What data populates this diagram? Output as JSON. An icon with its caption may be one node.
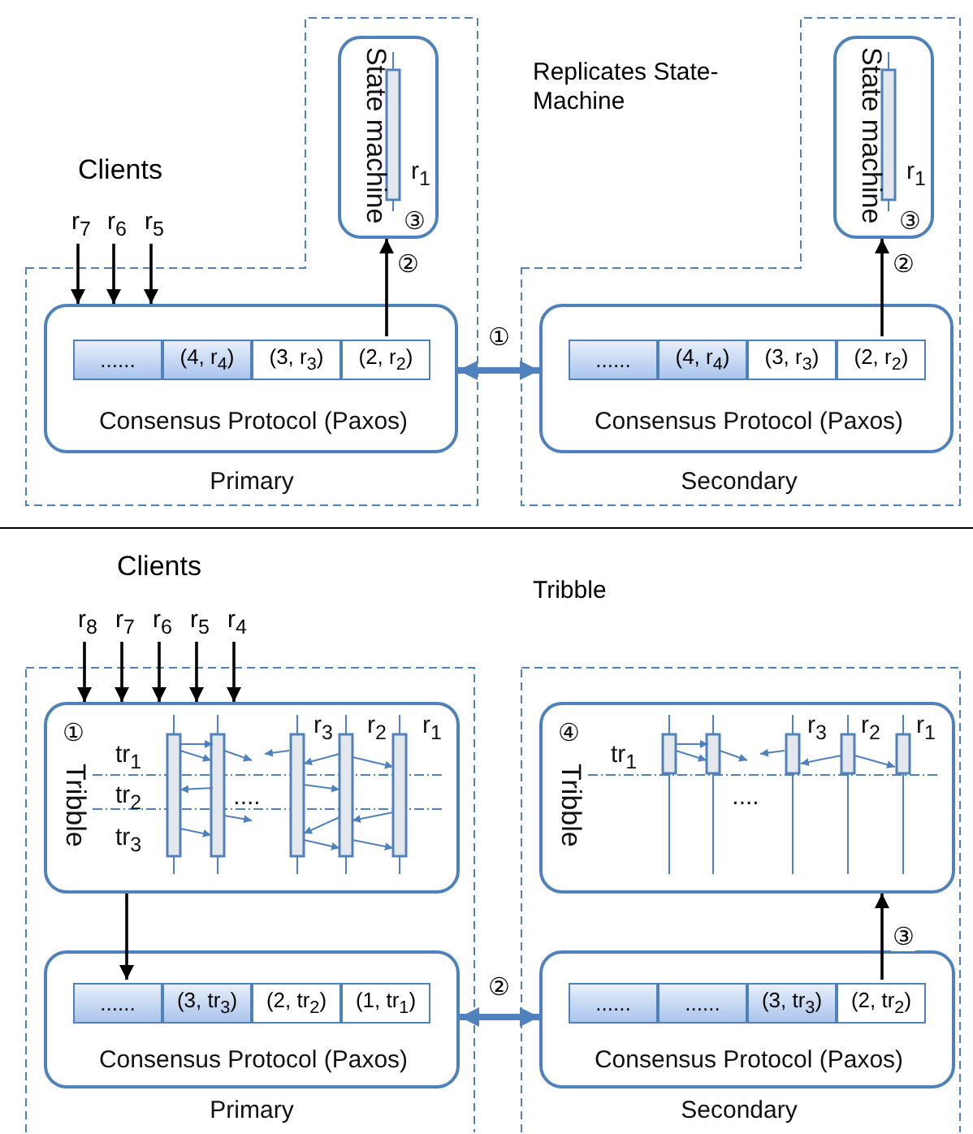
{
  "diagram": {
    "nodes": [
      {
        "text": [
          "Primary"
        ]
      },
      {
        "text": [
          "State machine",
          "r$_{1}$",
          "③"
        ],
        "in": 0
      },
      {
        "text": [
          "Consensus Protocol (Paxos)"
        ],
        "in": 0
      },
      {
        "text": [
          "......"
        ],
        "in": 2
      },
      {
        "text": [
          "(4, r$_{4}$)"
        ],
        "in": 2
      },
      {
        "text": [
          "(3, r$_{3}$)"
        ],
        "in": 2
      },
      {
        "text": [
          "(2, r$_{2}$)"
        ],
        "in": 2
      },
      {
        "text": [
          "Secondary"
        ]
      },
      {
        "text": [
          "State machine",
          "r$_{1}$",
          "③"
        ],
        "in": 7
      },
      {
        "text": [
          "Consensus Protocol (Paxos)"
        ],
        "in": 7
      },
      {
        "text": [
          "......"
        ],
        "in": 9
      },
      {
        "text": [
          "(4, r$_{4}$)"
        ],
        "in": 9
      },
      {
        "text": [
          "(3, r$_{3}$)"
        ],
        "in": 9
      },
      {
        "text": [
          "(2, r$_{2}$)"
        ],
        "in": 9
      },
      {
        "text": [
          "Primary"
        ]
      },
      {
        "text": [
          "①",
          "Tribble",
          "tr$_{1}$",
          "tr$_{2}$",
          "tr$_{3}$",
          "....",
          "r$_{3}$",
          "r$_{2}$",
          "r$_{1}$"
        ],
        "in": 14
      },
      {
        "text": [
          "Consensus Protocol (Paxos)"
        ],
        "in": 14
      },
      {
        "text": [
          "......"
        ],
        "in": 16
      },
      {
        "text": [
          "(3, tr$_{3}$)"
        ],
        "in": 16
      },
      {
        "text": [
          "(2, tr$_{2}$)"
        ],
        "in": 16
      },
      {
        "text": [
          "(1, tr$_{1}$)"
        ],
        "in": 16
      },
      {
        "text": [
          "Secondary"
        ]
      },
      {
        "text": [
          "④",
          "Tribble",
          "tr$_{1}$",
          "....",
          "r$_{3}$",
          "r$_{2}$",
          "r$_{1}$"
        ],
        "in": 21
      },
      {
        "text": [
          "Consensus Protocol (Paxos)"
        ],
        "in": 21
      },
      {
        "text": [
          "......"
        ],
        "in": 23
      },
      {
        "text": [
          "......"
        ],
        "in": 23
      },
      {
        "text": [
          "(3, tr$_{3}$)"
        ],
        "in": 23
      },
      {
        "text": [
          "(2, tr$_{2}$)"
        ],
        "in": 23
      }
    ],
    "edges": [
      {
        "from": null,
        "to": 2,
        "arrow": "to",
        "label": "r$_{7}$"
      },
      {
        "from": null,
        "to": 2,
        "arrow": "to",
        "label": "r$_{6}$"
      },
      {
        "from": null,
        "to": 2,
        "arrow": "to",
        "label": "r$_{5}$"
      },
      {
        "from": 6,
        "to": 1,
        "arrow": "to",
        "label": "②"
      },
      {
        "from": 2,
        "to": 9,
        "arrow": "both",
        "label": "①",
        "style": "thick",
        "color": "#4f81bd"
      },
      {
        "from": 13,
        "to": 8,
        "arrow": "to",
        "label": "②"
      },
      {
        "from": null,
        "to": 15,
        "arrow": "to",
        "label": "r$_{8}$"
      },
      {
        "from": null,
        "to": 15,
        "arrow": "to",
        "label": "r$_{7}$"
      },
      {
        "from": null,
        "to": 15,
        "arrow": "to",
        "label": "r$_{6}$"
      },
      {
        "from": null,
        "to": 15,
        "arrow": "to",
        "label": "r$_{5}$"
      },
      {
        "from": null,
        "to": 15,
        "arrow": "to",
        "label": "r$_{4}$"
      },
      {
        "from": 15,
        "to": 17,
        "arrow": "to"
      },
      {
        "from": 16,
        "to": 23,
        "arrow": "both",
        "label": "②",
        "style": "thick",
        "color": "#4f81bd"
      },
      {
        "from": 27,
        "to": 22,
        "arrow": "to",
        "label": "③"
      }
    ],
    "labels": [
      "Clients",
      "Replicates State-Machine",
      "Clients",
      "Tribble"
    ]
  }
}
